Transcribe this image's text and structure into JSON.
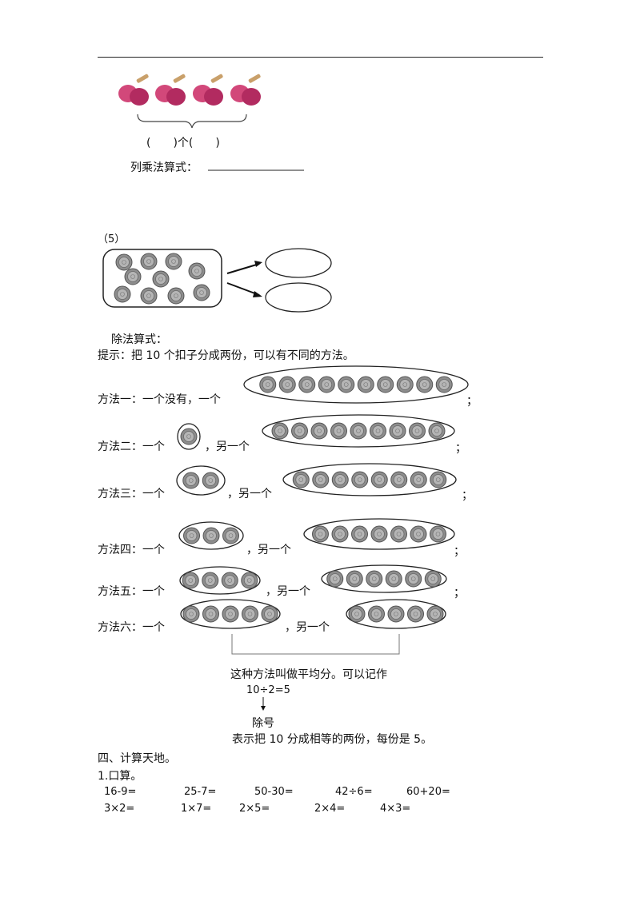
{
  "section4": {
    "blank_label": "(　　)个(　　)",
    "mult_label": "列乘法算式：",
    "part_label": "（5）",
    "division_label": "除法算式：",
    "hint": "提示：把 10 个扣子分成两份，可以有不同的方法。",
    "methods": [
      {
        "prefix": "方法一：一个没有，一个",
        "end": "；"
      },
      {
        "prefix": "方法二：一个",
        "mid": "，另一个",
        "end": "；"
      },
      {
        "prefix": "方法三：一个",
        "mid": "，另一个",
        "end": "；"
      },
      {
        "prefix": "方法四：一个",
        "mid": "，另一个",
        "end": "；"
      },
      {
        "prefix": "方法五：一个",
        "mid": "，另一个",
        "end": "；"
      },
      {
        "prefix": "方法六：一个",
        "mid": "，另一个",
        "end": ""
      }
    ],
    "equal_share": "这种方法叫做平均分。可以记作",
    "equation": "10÷2=5",
    "division_sign": "除号",
    "meaning": "表示把 10 分成相等的两份，每份是 5。"
  },
  "section_calc": {
    "heading": "四、计算天地。",
    "sub": "1.口算。",
    "row1": [
      "16-9=",
      "25-7=",
      "50-30=",
      "42÷6=",
      "60+20="
    ],
    "row2": [
      "3×2=",
      "1×7=",
      "2×5=",
      "2×4=",
      "4×3="
    ]
  }
}
